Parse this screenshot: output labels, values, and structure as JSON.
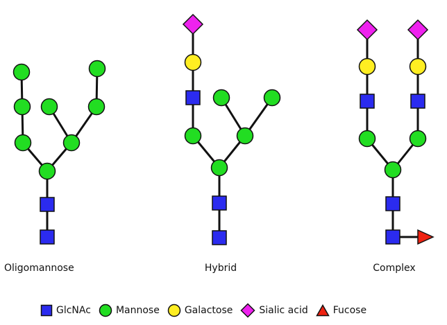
{
  "colors": {
    "glcnac": "#2b2bef",
    "mannose": "#22dd22",
    "galactose": "#ffee22",
    "sialic_acid": "#ee22ee",
    "fucose": "#ee2211",
    "stroke": "#111111"
  },
  "structures": [
    {
      "label": "Oligomannose"
    },
    {
      "label": "Hybrid"
    },
    {
      "label": "Complex"
    }
  ],
  "legend": [
    {
      "shape": "square",
      "label": "GlcNAc"
    },
    {
      "shape": "circle",
      "label": "Mannose"
    },
    {
      "shape": "circle",
      "label": "Galactose"
    },
    {
      "shape": "diamond",
      "label": "Sialic acid"
    },
    {
      "shape": "triangle",
      "label": "Fucose"
    }
  ]
}
